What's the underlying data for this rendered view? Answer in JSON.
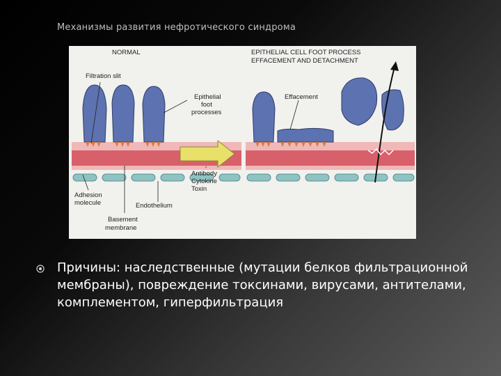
{
  "slide": {
    "title": "Механизмы развития нефротического синдрома",
    "bullet_icon": "circle-bullet-icon",
    "bullet_text": "Причины: наследственные (мутации белков фильтрационной мембраны), повреждение токсинами, вирусами, антителами, комплементом, гиперфильтрация"
  },
  "figure": {
    "normal_heading": "NORMAL",
    "effacement_heading_line1": "EPITHELIAL CELL FOOT PROCESS",
    "effacement_heading_line2": "EFFACEMENT AND DETACHMENT",
    "filtration_slit": "Filtration slit",
    "epithelial_line1": "Epithelial",
    "epithelial_line2": "foot",
    "epithelial_line3": "processes",
    "effacement": "Effacement",
    "antibody": "Antibody",
    "cytokine": "Cytokine",
    "toxin": "Toxin",
    "adhesion_line1": "Adhesion",
    "adhesion_line2": "molecule",
    "endothelium": "Endothelium",
    "basement_line1": "Basement",
    "basement_line2": "membrane",
    "colors": {
      "podocyte": "#5d72b0",
      "membrane": "#d8606a",
      "membrane_light": "#f0b8b8",
      "endothelium": "#8fc3c3",
      "arrow": "#e9e06a",
      "adhesion": "#e07a3a"
    }
  }
}
